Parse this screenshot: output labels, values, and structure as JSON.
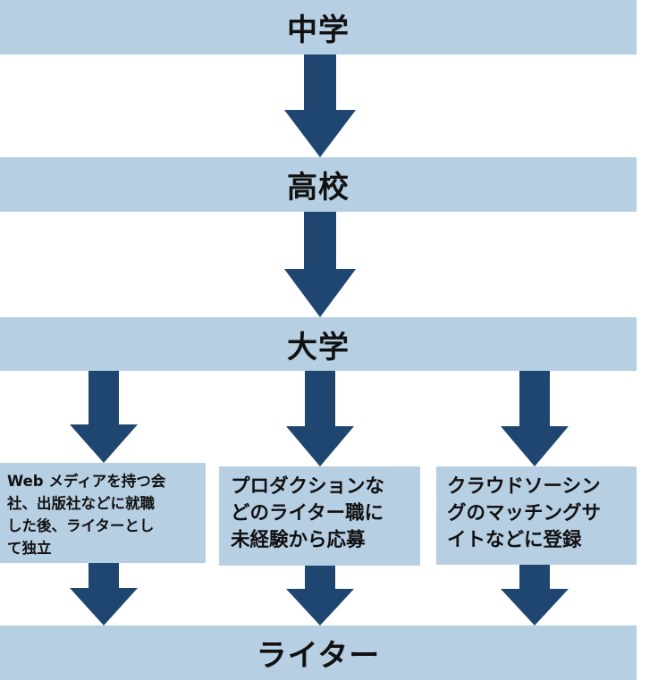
{
  "colors": {
    "box_fill": "#b7cfe3",
    "arrow_fill": "#1e4670",
    "text": "#111111"
  },
  "stages": {
    "top": "中学",
    "second": "高校",
    "third": "大学",
    "final": "ライター"
  },
  "paths": [
    {
      "lines": [
        "Web メディアを持つ会",
        "社、出版社などに就職",
        "した後、ライターとし",
        "て独立"
      ]
    },
    {
      "lines": [
        "プロダクションな",
        "どのライター職に",
        "未経験から応募"
      ]
    },
    {
      "lines": [
        "クラウドソーシン",
        "グのマッチングサ",
        "イトなどに登録"
      ]
    }
  ],
  "icons": {
    "arrow": "down-arrow-icon"
  }
}
